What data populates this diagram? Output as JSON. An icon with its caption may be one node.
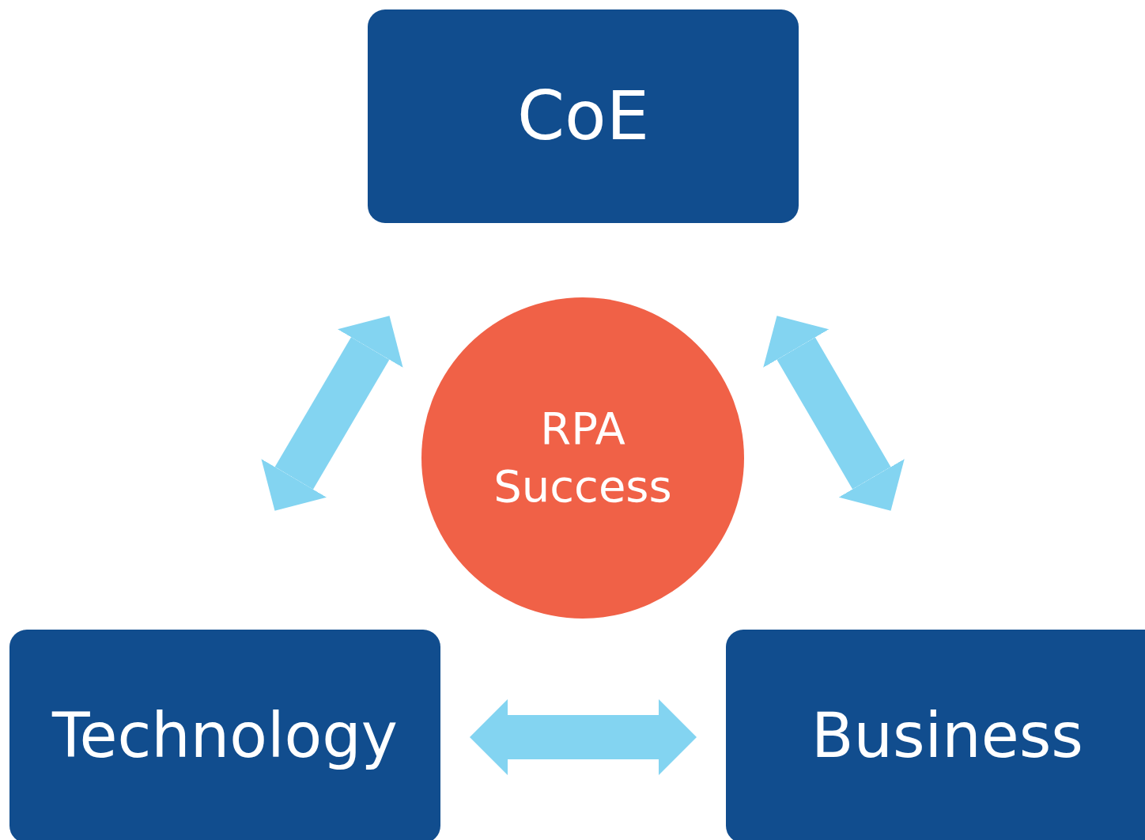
{
  "diagram": {
    "nodes": [
      {
        "text": [
          "CoE"
        ]
      },
      {
        "text": [
          "RPA Success"
        ]
      },
      {
        "text": [
          "Technology"
        ]
      },
      {
        "text": [
          "Business"
        ]
      }
    ],
    "edges": [
      {
        "from": 0,
        "to": 2,
        "arrow": "both"
      },
      {
        "from": 0,
        "to": 3,
        "arrow": "both"
      },
      {
        "from": 2,
        "to": 3,
        "arrow": "both"
      }
    ]
  }
}
